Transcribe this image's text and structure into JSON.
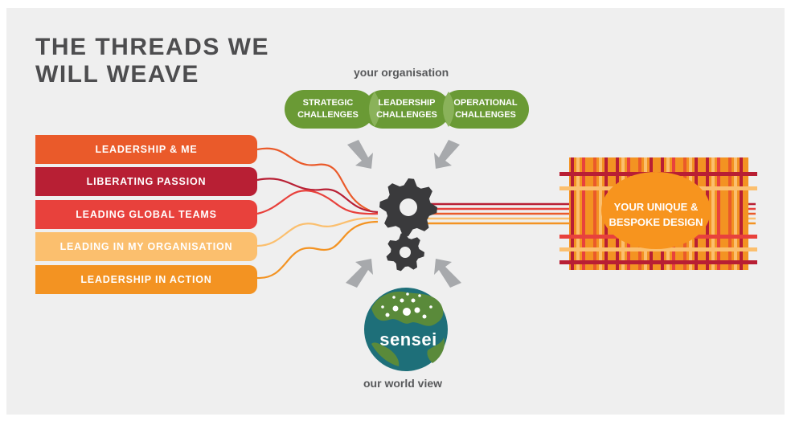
{
  "title": {
    "line1": "THE THREADS WE",
    "line2": "WILL WEAVE"
  },
  "organisation_label": "your organisation",
  "world_label": "our world view",
  "challenges": [
    {
      "line1": "STRATEGIC",
      "line2": "CHALLENGES"
    },
    {
      "line1": "LEADERSHIP",
      "line2": "CHALLENGES"
    },
    {
      "line1": "OPERATIONAL",
      "line2": "CHALLENGES"
    }
  ],
  "threads": [
    {
      "label": "LEADERSHIP & ME",
      "color": "#ea5a2a"
    },
    {
      "label": "LIBERATING PASSION",
      "color": "#b81f34"
    },
    {
      "label": "LEADING GLOBAL TEAMS",
      "color": "#e8413c"
    },
    {
      "label": "LEADING IN MY ORGANISATION",
      "color": "#fbbf6e"
    },
    {
      "label": "LEADERSHIP IN ACTION",
      "color": "#f39322"
    }
  ],
  "design": {
    "line1": "YOUR UNIQUE &",
    "line2": "BESPOKE DESIGN"
  },
  "logo": {
    "text": "sensei"
  },
  "colors": {
    "green": "#6a9a35",
    "gear": "#3a3a3c",
    "arrow": "#a7a9ac",
    "background": "#efefef",
    "design_oval": "#f7941e"
  },
  "icons": [
    "gear-icon",
    "gear-icon",
    "arrow-icon",
    "globe-icon"
  ]
}
